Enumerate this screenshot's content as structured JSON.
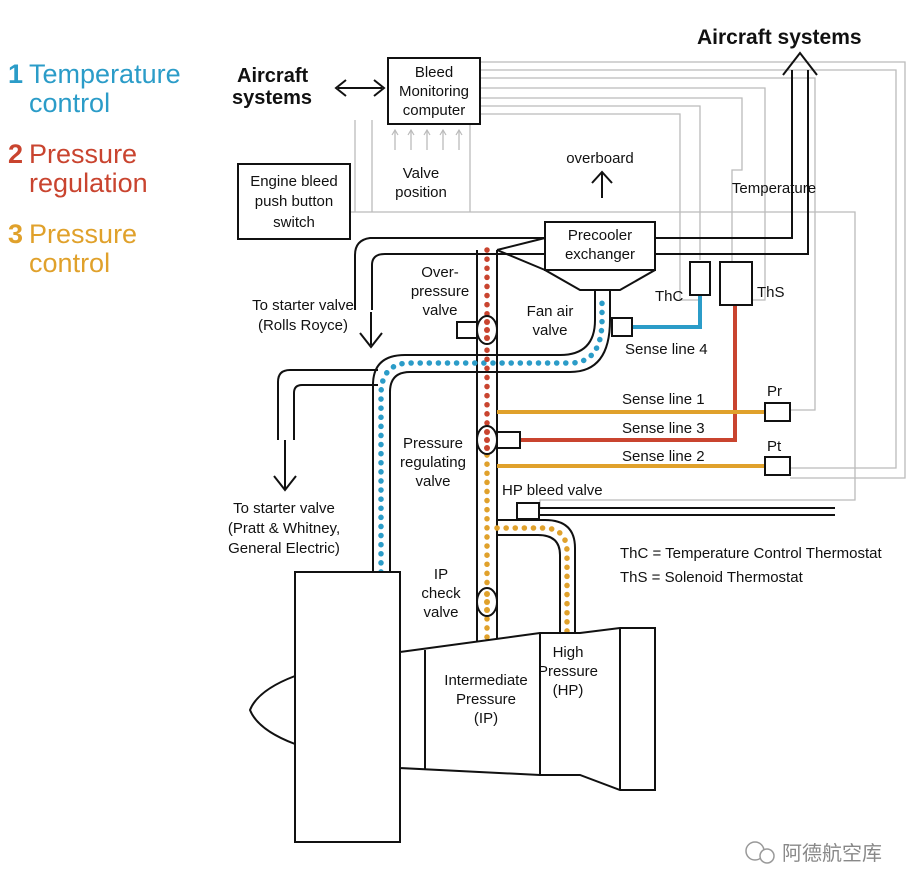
{
  "legend": [
    {
      "number": "1",
      "text": "Temperature control",
      "color": "#2b9cc8"
    },
    {
      "number": "2",
      "text": "Pressure regulation",
      "color": "#c9442f"
    },
    {
      "number": "3",
      "text": "Pressure control",
      "color": "#e0a12b"
    }
  ],
  "colors": {
    "temperature": "#2b9cc8",
    "pressure_regulation": "#c9442f",
    "pressure_control": "#e0a12b",
    "signal_line": "#bbbbbb",
    "outline": "#111111"
  },
  "labels": {
    "aircraft_systems_top": "Aircraft systems",
    "aircraft_systems_left_1": "Aircraft",
    "aircraft_systems_left_2": "systems",
    "bleed_computer_1": "Bleed",
    "bleed_computer_2": "Monitoring",
    "bleed_computer_3": "computer",
    "engine_switch_1": "Engine bleed",
    "engine_switch_2": "push button",
    "engine_switch_3": "switch",
    "valve_position_1": "Valve",
    "valve_position_2": "position",
    "overboard": "overboard",
    "temperature": "Temperature",
    "precooler_1": "Precooler",
    "precooler_2": "exchanger",
    "overpressure_1": "Over-",
    "overpressure_2": "pressure",
    "overpressure_3": "valve",
    "fan_air_1": "Fan air",
    "fan_air_2": "valve",
    "thc": "ThC",
    "ths": "ThS",
    "starter_rr_1": "To starter valve",
    "starter_rr_2": "(Rolls Royce)",
    "sense_line_4": "Sense line 4",
    "sense_line_1": "Sense line  1",
    "sense_line_3": "Sense line  3",
    "sense_line_2": "Sense line  2",
    "pr": "Pr",
    "pt": "Pt",
    "prv_1": "Pressure",
    "prv_2": "regulating",
    "prv_3": "valve",
    "hp_bleed": "HP bleed valve",
    "starter_pw_1": "To starter valve",
    "starter_pw_2": "(Pratt & Whitney,",
    "starter_pw_3": "General Electric)",
    "thc_def": "ThC = Temperature Control Thermostat",
    "ths_def": "ThS = Solenoid Thermostat",
    "ip_check_1": "IP",
    "ip_check_2": "check",
    "ip_check_3": "valve",
    "ip_1": "Intermediate",
    "ip_2": "Pressure",
    "ip_3": "(IP)",
    "hp_1": "High",
    "hp_2": "Pressure",
    "hp_3": "(HP)",
    "watermark": "阿德航空库"
  }
}
